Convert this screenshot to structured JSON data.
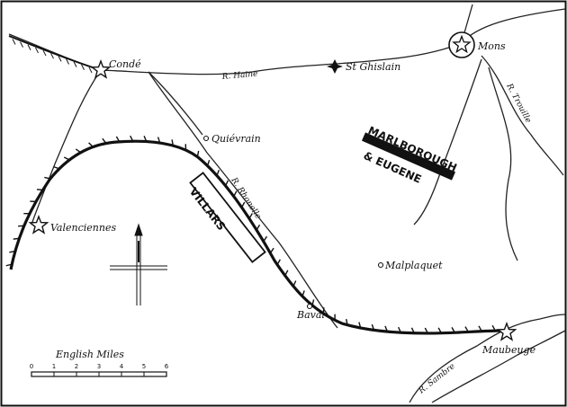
{
  "places": {
    "mons": "Mons",
    "conde": "Condé",
    "st_ghislain": "St Ghislain",
    "quievrain": "Quiévrain",
    "valenciennes": "Valenciennes",
    "malplaquet": "Malplaquet",
    "bavai": "Bavai",
    "maubeuge": "Maubeuge"
  },
  "rivers": {
    "haine": "R. Haine",
    "trouille": "R. Trouille",
    "rhonelle": "R. Rhonelle",
    "sambre": "R. Sambre"
  },
  "armies": {
    "allied_line1": "MARLBOROUGH",
    "allied_line2": "& EUGENE",
    "french": "VILLARS"
  },
  "scale_bar": {
    "title": "English Miles",
    "ticks": [
      "0",
      "1",
      "2",
      "3",
      "4",
      "5",
      "6"
    ]
  },
  "icons": {
    "fortress": "star-icon",
    "town": "circle-icon",
    "compass": "compass-rose-icon"
  }
}
